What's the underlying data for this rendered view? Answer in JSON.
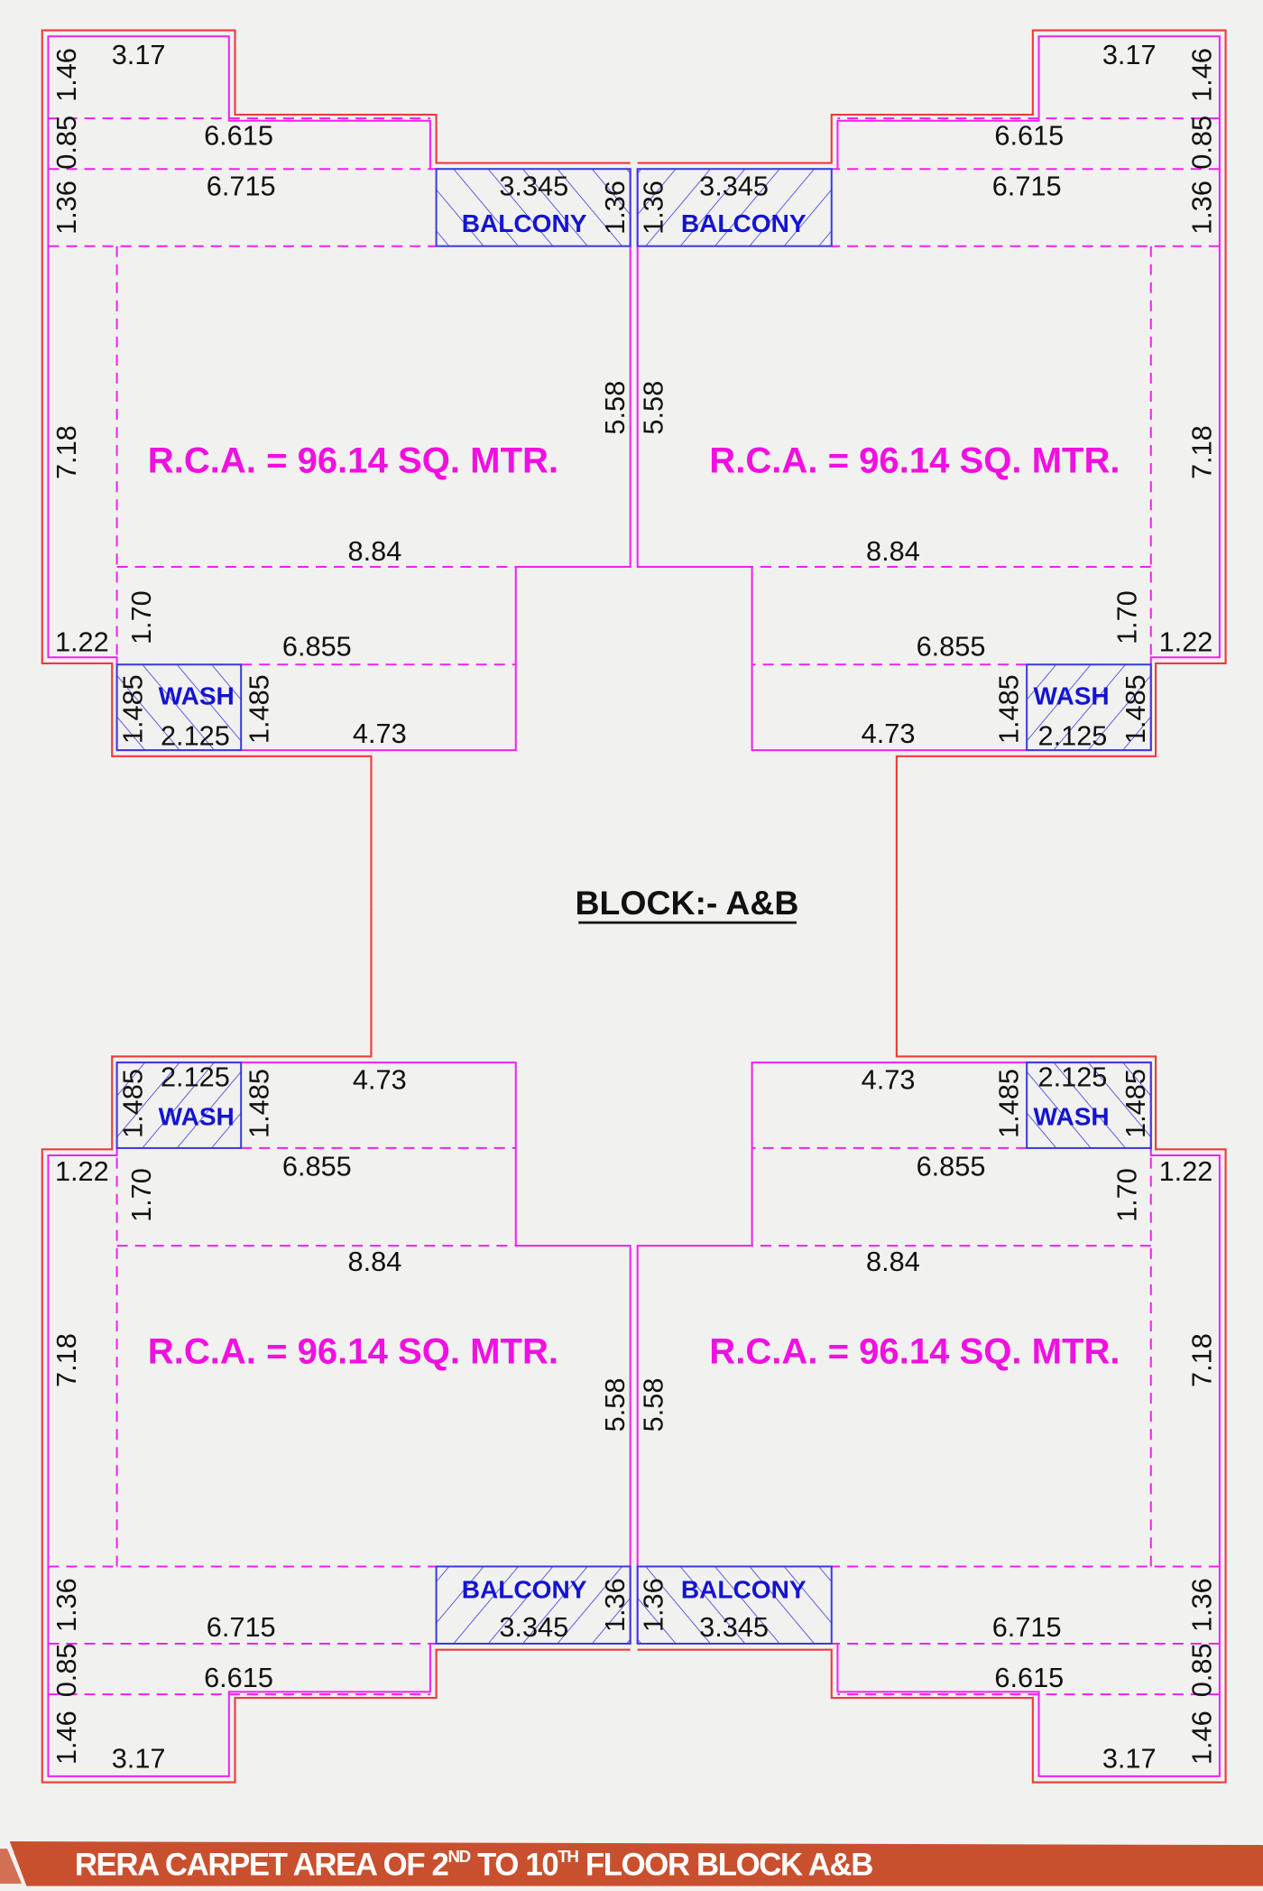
{
  "title": "BLOCK:- A&B",
  "banner": {
    "prefix": "RERA CARPET AREA OF 2",
    "sup1": "ND",
    "mid": " TO 10",
    "sup2": "TH",
    "suffix": " FLOOR BLOCK A&B"
  },
  "colors": {
    "outer_wall": "#f03a3a",
    "inner_line": "#ee22ee",
    "room_hatch": "#3a3ae0",
    "rca_text": "#f010e0",
    "banner": "#c9502e"
  },
  "unit_labels": {
    "d_3_17": "3.17",
    "d_1_46": "1.46",
    "d_0_85": "0.85",
    "d_1_36_left": "1.36",
    "d_6_615": "6.615",
    "d_6_715": "6.715",
    "d_3_345": "3.345",
    "balcony": "BALCONY",
    "d_1_36_balcony": "1.36",
    "d_5_58": "5.58",
    "d_7_18": "7.18",
    "d_8_84": "8.84",
    "d_1_70": "1.70",
    "d_1_22": "1.22",
    "d_6_855": "6.855",
    "wash": "WASH",
    "d_1_485_a": "1.485",
    "d_2_125": "2.125",
    "d_1_485_b": "1.485",
    "d_4_73": "4.73"
  },
  "units": [
    {
      "position": "top-left",
      "rca": "R.C.A. = 96.14 SQ. MTR."
    },
    {
      "position": "top-right",
      "rca": "R.C.A. = 96.14 SQ. MTR."
    },
    {
      "position": "bottom-left",
      "rca": "R.C.A. = 96.14 SQ. MTR."
    },
    {
      "position": "bottom-right",
      "rca": "R.C.A. = 96.14 SQ. MTR."
    }
  ]
}
